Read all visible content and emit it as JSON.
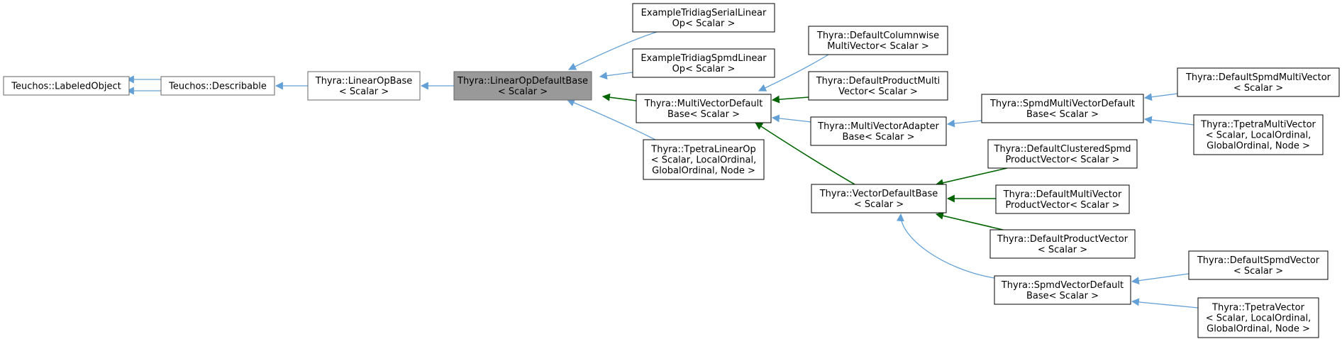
{
  "diagram": {
    "nodes": [
      {
        "id": "labeled_object",
        "lines": [
          "Teuchos::LabeledObject"
        ],
        "kind": "base"
      },
      {
        "id": "describable",
        "lines": [
          "Teuchos::Describable"
        ],
        "kind": "base"
      },
      {
        "id": "linear_op_base",
        "lines": [
          "Thyra::LinearOpBase",
          "< Scalar >"
        ],
        "kind": "base"
      },
      {
        "id": "linear_op_default_base",
        "lines": [
          "Thyra::LinearOpDefaultBase",
          "< Scalar >"
        ],
        "kind": "current"
      },
      {
        "id": "example_tridiag_serial",
        "lines": [
          "ExampleTridiagSerialLinear",
          "Op< Scalar >"
        ],
        "kind": "derived"
      },
      {
        "id": "example_tridiag_spmd",
        "lines": [
          "ExampleTridiagSpmdLinear",
          "Op< Scalar >"
        ],
        "kind": "derived"
      },
      {
        "id": "multi_vector_default_base",
        "lines": [
          "Thyra::MultiVectorDefault",
          "Base< Scalar >"
        ],
        "kind": "derived"
      },
      {
        "id": "tpetra_linear_op",
        "lines": [
          "Thyra::TpetraLinearOp",
          "< Scalar, LocalOrdinal,",
          "GlobalOrdinal, Node >"
        ],
        "kind": "derived"
      },
      {
        "id": "default_columnwise_mv",
        "lines": [
          "Thyra::DefaultColumnwise",
          "MultiVector< Scalar >"
        ],
        "kind": "derived"
      },
      {
        "id": "default_product_mv",
        "lines": [
          "Thyra::DefaultProductMulti",
          "Vector< Scalar >"
        ],
        "kind": "derived"
      },
      {
        "id": "multi_vector_adapter_base",
        "lines": [
          "Thyra::MultiVectorAdapter",
          "Base< Scalar >"
        ],
        "kind": "derived"
      },
      {
        "id": "vector_default_base",
        "lines": [
          "Thyra::VectorDefaultBase",
          "< Scalar >"
        ],
        "kind": "derived"
      },
      {
        "id": "spmd_mv_default_base",
        "lines": [
          "Thyra::SpmdMultiVectorDefault",
          "Base< Scalar >"
        ],
        "kind": "derived"
      },
      {
        "id": "default_spmd_mv",
        "lines": [
          "Thyra::DefaultSpmdMultiVector",
          "< Scalar >"
        ],
        "kind": "derived"
      },
      {
        "id": "tpetra_multi_vector",
        "lines": [
          "Thyra::TpetraMultiVector",
          "< Scalar, LocalOrdinal,",
          "GlobalOrdinal, Node >"
        ],
        "kind": "derived"
      },
      {
        "id": "default_clustered_spmd_pv",
        "lines": [
          "Thyra::DefaultClusteredSpmd",
          "ProductVector< Scalar >"
        ],
        "kind": "derived"
      },
      {
        "id": "default_mv_product_vector",
        "lines": [
          "Thyra::DefaultMultiVector",
          "ProductVector< Scalar >"
        ],
        "kind": "derived"
      },
      {
        "id": "default_product_vector",
        "lines": [
          "Thyra::DefaultProductVector",
          "< Scalar >"
        ],
        "kind": "derived"
      },
      {
        "id": "spmd_vector_default_base",
        "lines": [
          "Thyra::SpmdVectorDefault",
          "Base< Scalar >"
        ],
        "kind": "derived"
      },
      {
        "id": "default_spmd_vector",
        "lines": [
          "Thyra::DefaultSpmdVector",
          "< Scalar >"
        ],
        "kind": "derived"
      },
      {
        "id": "tpetra_vector",
        "lines": [
          "Thyra::TpetraVector",
          "< Scalar, LocalOrdinal,",
          "GlobalOrdinal, Node >"
        ],
        "kind": "derived"
      }
    ],
    "edges": [
      {
        "from": "describable",
        "to": "labeled_object",
        "kind": "public"
      },
      {
        "from": "describable",
        "to": "labeled_object",
        "kind": "public"
      },
      {
        "from": "linear_op_base",
        "to": "describable",
        "kind": "public"
      },
      {
        "from": "linear_op_default_base",
        "to": "linear_op_base",
        "kind": "public"
      },
      {
        "from": "example_tridiag_serial",
        "to": "linear_op_default_base",
        "kind": "public"
      },
      {
        "from": "example_tridiag_spmd",
        "to": "linear_op_default_base",
        "kind": "public"
      },
      {
        "from": "multi_vector_default_base",
        "to": "linear_op_default_base",
        "kind": "protected"
      },
      {
        "from": "tpetra_linear_op",
        "to": "linear_op_default_base",
        "kind": "public"
      },
      {
        "from": "default_columnwise_mv",
        "to": "multi_vector_default_base",
        "kind": "public"
      },
      {
        "from": "default_product_mv",
        "to": "multi_vector_default_base",
        "kind": "protected"
      },
      {
        "from": "multi_vector_adapter_base",
        "to": "multi_vector_default_base",
        "kind": "public"
      },
      {
        "from": "vector_default_base",
        "to": "multi_vector_default_base",
        "kind": "protected"
      },
      {
        "from": "spmd_mv_default_base",
        "to": "multi_vector_adapter_base",
        "kind": "public"
      },
      {
        "from": "default_spmd_mv",
        "to": "spmd_mv_default_base",
        "kind": "public"
      },
      {
        "from": "tpetra_multi_vector",
        "to": "spmd_mv_default_base",
        "kind": "public"
      },
      {
        "from": "default_clustered_spmd_pv",
        "to": "vector_default_base",
        "kind": "protected"
      },
      {
        "from": "default_mv_product_vector",
        "to": "vector_default_base",
        "kind": "protected"
      },
      {
        "from": "default_product_vector",
        "to": "vector_default_base",
        "kind": "protected"
      },
      {
        "from": "spmd_vector_default_base",
        "to": "vector_default_base",
        "kind": "public"
      },
      {
        "from": "default_spmd_vector",
        "to": "spmd_vector_default_base",
        "kind": "public"
      },
      {
        "from": "tpetra_vector",
        "to": "spmd_vector_default_base",
        "kind": "public"
      }
    ],
    "colors": {
      "public_edge": "#63a0d6",
      "protected_edge": "#006400",
      "current_fill": "#999999",
      "node_border": "#666666"
    }
  }
}
